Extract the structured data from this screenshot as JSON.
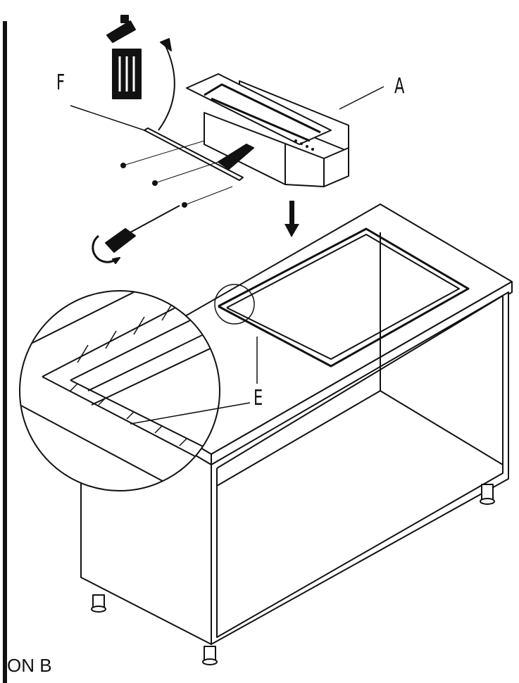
{
  "labels": {
    "a": "A",
    "e": "E",
    "f": "F"
  },
  "caption": "ON B",
  "icons": [
    "trash-bin-icon",
    "rotate-arrow-icon",
    "down-arrow-icon",
    "screwdriver-icon"
  ],
  "colors": {
    "line": "#111111",
    "background": "#ffffff"
  }
}
